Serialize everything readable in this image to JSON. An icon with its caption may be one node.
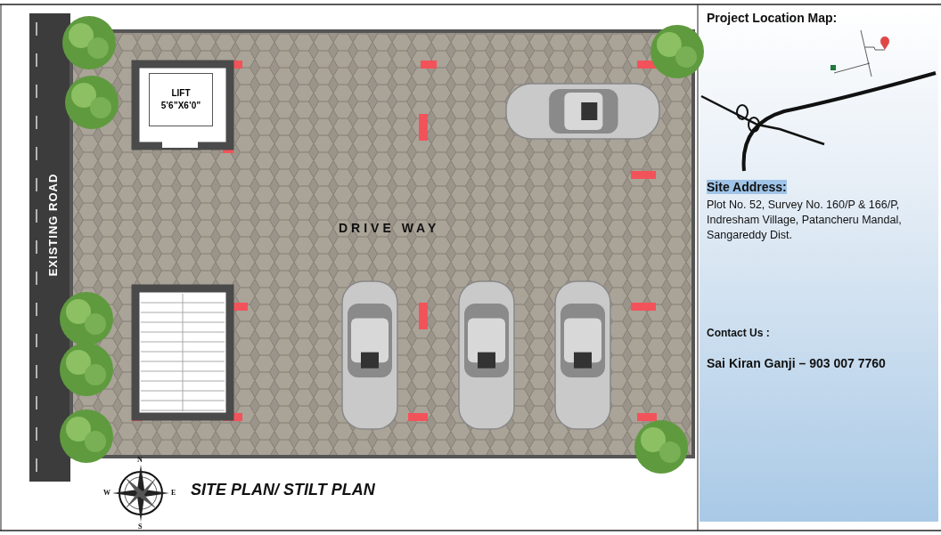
{
  "diagram": {
    "title": "SITE PLAN/ STILT PLAN",
    "nodes": [
      {
        "text": [
          "LIFT 5’6”X6’0”"
        ]
      }
    ],
    "labels": [
      "EXISTING ROAD",
      "DRIVE WAY",
      "Project Location Map:",
      "Site Address:",
      "Plot No. 52, Survey No. 160/P & 166/P, Indresham Village, Patancheru Mandal, Sangareddy Dist.",
      "Contact Us :",
      "Sai Kiran Ganji – 903 007 7760",
      "N",
      "E",
      "S",
      "W"
    ]
  }
}
